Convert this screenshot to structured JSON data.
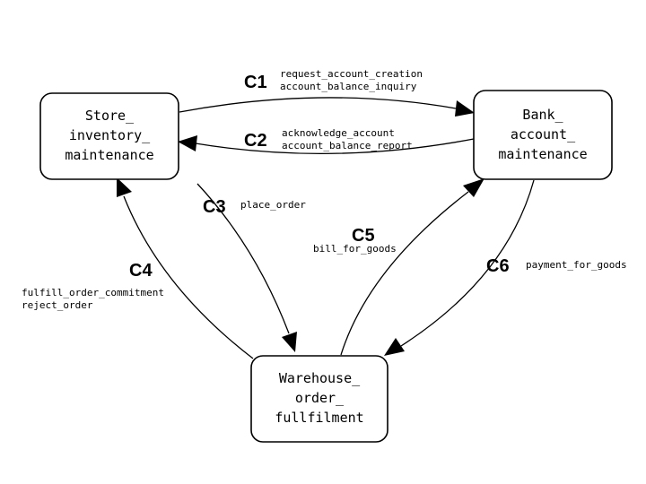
{
  "nodes": {
    "store": [
      "Store_",
      "inventory_",
      "maintenance"
    ],
    "bank": [
      "Bank_",
      "account_",
      "maintenance"
    ],
    "warehouse": [
      "Warehouse_",
      "order_",
      "fullfilment"
    ]
  },
  "connectors": [
    {
      "id": "C1",
      "from": "store",
      "to": "bank",
      "messages": [
        "request_account_creation",
        "account_balance_inquiry"
      ]
    },
    {
      "id": "C2",
      "from": "bank",
      "to": "store",
      "messages": [
        "acknowledge_account",
        "account_balance_report"
      ]
    },
    {
      "id": "C3",
      "from": "store",
      "to": "warehouse",
      "messages": [
        "place_order"
      ]
    },
    {
      "id": "C4",
      "from": "warehouse",
      "to": "store",
      "messages": [
        "fulfill_order_commitment",
        "reject_order"
      ]
    },
    {
      "id": "C5",
      "from": "warehouse",
      "to": "bank",
      "messages": [
        "bill_for_goods"
      ]
    },
    {
      "id": "C6",
      "from": "bank",
      "to": "warehouse",
      "messages": [
        "payment_for_goods"
      ]
    }
  ]
}
